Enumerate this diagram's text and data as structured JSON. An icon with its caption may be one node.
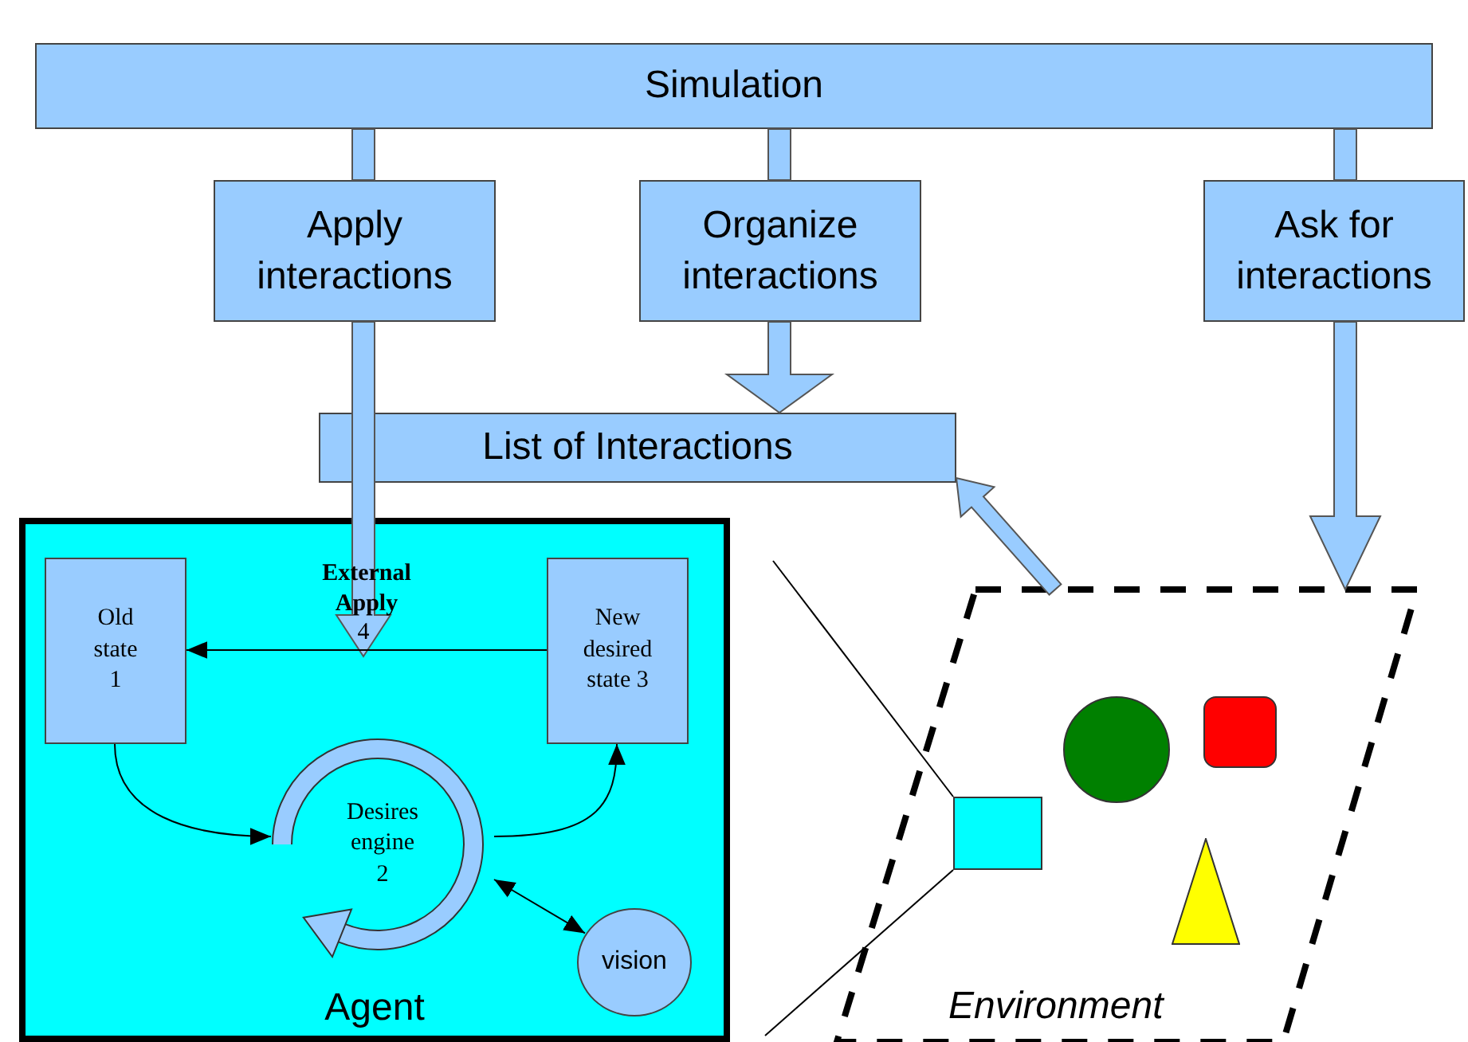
{
  "diagram": {
    "nodes": [
      {
        "text": [
          "Simulation"
        ]
      },
      {
        "text": [
          "Apply interactions"
        ]
      },
      {
        "text": [
          "Organize interactions"
        ]
      },
      {
        "text": [
          "Ask for interactions"
        ]
      },
      {
        "text": [
          "List of Interactions"
        ]
      },
      {
        "text": [
          "Agent"
        ]
      },
      {
        "text": [
          "Old state 1"
        ],
        "in": 5
      },
      {
        "text": [
          "New desired state 3"
        ],
        "in": 5
      },
      {
        "text": [
          "Desires engine 2"
        ],
        "in": 5
      },
      {
        "text": [
          "vision"
        ],
        "in": 5
      },
      {
        "text": [
          "Environment"
        ]
      },
      {
        "text": [],
        "shape": "box",
        "in": 10
      },
      {
        "text": [],
        "shape": "circle",
        "in": 10
      },
      {
        "text": [],
        "shape": "triangle",
        "in": 10
      },
      {
        "text": [],
        "shape": "box",
        "in": 10
      }
    ],
    "edges": [
      {
        "from": 0,
        "to": 1,
        "arrow": "none",
        "style": "thick"
      },
      {
        "from": 1,
        "to": null,
        "arrow": "to",
        "style": "thick"
      },
      {
        "from": 0,
        "to": 2,
        "arrow": "none",
        "style": "thick"
      },
      {
        "from": 2,
        "to": 4,
        "arrow": "to",
        "style": "thick"
      },
      {
        "from": 0,
        "to": 3,
        "arrow": "none",
        "style": "thick"
      },
      {
        "from": 3,
        "to": 10,
        "arrow": "to",
        "style": "thick"
      },
      {
        "from": 10,
        "to": 4,
        "arrow": "to",
        "style": "thick"
      },
      {
        "from": 7,
        "to": 6,
        "arrow": "to",
        "color": "#000000"
      },
      {
        "from": 6,
        "to": 8,
        "arrow": "to",
        "color": "#000000"
      },
      {
        "from": 8,
        "to": 7,
        "arrow": "to",
        "color": "#000000"
      },
      {
        "from": 8,
        "to": 9,
        "arrow": "both",
        "color": "#000000"
      },
      {
        "from": null,
        "to": 11,
        "arrow": "none",
        "color": "#000000"
      },
      {
        "from": null,
        "to": 11,
        "arrow": "none",
        "color": "#000000"
      }
    ],
    "labels": [
      "External Apply",
      "4"
    ]
  }
}
